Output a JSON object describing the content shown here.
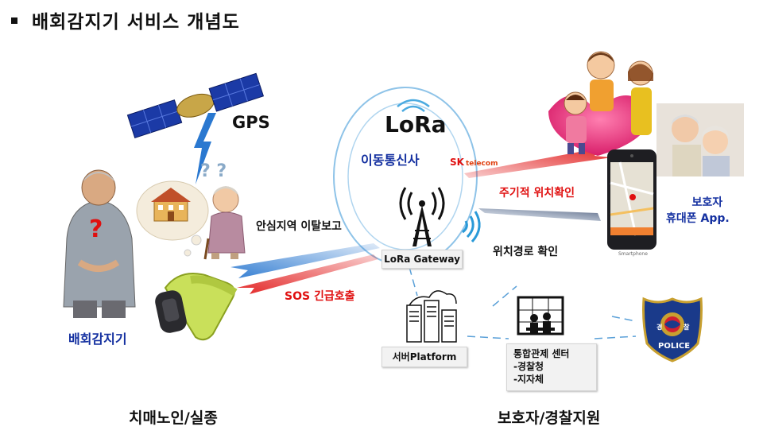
{
  "title": "배회감지기 서비스 개념도",
  "labels": {
    "gps": "GPS",
    "lora_logo": "LoRa",
    "carrier": "이동통신사",
    "sk_brand": "SK",
    "sk_telecom": "telecom",
    "periodic_location": "주기적 위치확인",
    "guardian_app_line1": "보호자",
    "guardian_app_line2": "휴대폰 App.",
    "safe_zone_alert": "안심지역 이탈보고",
    "lora_gateway": "LoRa Gateway",
    "route_check": "위치경로 확인",
    "sos_call": "SOS 긴급호출",
    "device": "배회감지기",
    "server_platform": "서버Platform",
    "control_center": "통합관제 센터",
    "control_item_1": "-경찰청",
    "control_item_2": "-지자체",
    "left_caption": "치매노인/실종",
    "right_caption": "보호자/경찰지원",
    "question_marks": "? ?",
    "red_question": "?",
    "police_text": "POLICE",
    "police_korean_1": "경",
    "police_korean_2": "찰",
    "smartphone_caption": "Smartphone"
  },
  "colors": {
    "alert_red": "#e01010",
    "label_blue": "#1430a0",
    "lightning_blue": "#2a78d0",
    "lora_ring": "#8ec3e8"
  }
}
